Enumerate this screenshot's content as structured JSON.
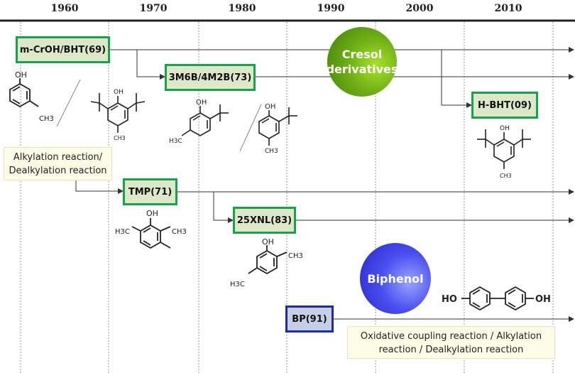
{
  "years": [
    "1960",
    "1970",
    "1980",
    "1990",
    "2000",
    "2010"
  ],
  "compounds": {
    "m_croh_bht": "m-CrOH/BHT(69)",
    "m3m6b_4m2b": "3M6B/4M2B(73)",
    "h_bht": "H-BHT(09)",
    "tmp": "TMP(71)",
    "xnl25": "25XNL(83)",
    "bp": "BP(91)"
  },
  "categories": {
    "cresol": "Cresol derivatives",
    "biphenol": "Biphenol"
  },
  "notes": {
    "alkylation": "Alkylation reaction/ Dealkylation reaction",
    "oxidative": "Oxidative coupling reaction / Alkylation reaction / Dealkylation reaction"
  },
  "labels": {
    "oh": "OH",
    "ch3": "CH3",
    "h3c": "H3C",
    "ho": "HO"
  },
  "colors": {
    "green_border": "#17a34a",
    "green_fill": "#dde8c9",
    "blue_border": "#1c2c9c",
    "blue_fill": "#c5cfe6",
    "note_fill": "#fdfce6"
  }
}
